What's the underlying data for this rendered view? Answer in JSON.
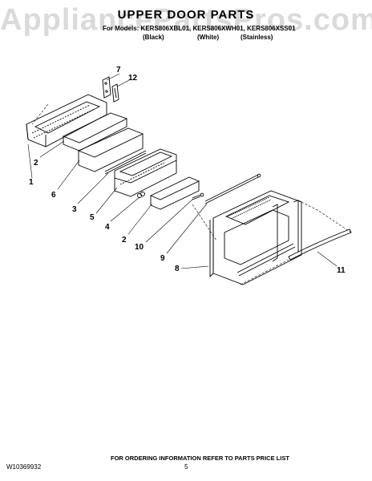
{
  "watermark": "AppliancePartsPros.com",
  "title": "UPPER DOOR PARTS",
  "models_line": "For Models: KERS806XBL01, KERS806XWH01, KERS806XSS01",
  "variants": [
    "(Black)",
    "(White)",
    "(Stainless)"
  ],
  "callouts": {
    "c7": "7",
    "c12": "12",
    "c1": "1",
    "c2a": "2",
    "c6": "6",
    "c3": "3",
    "c5": "5",
    "c4": "4",
    "c2b": "2",
    "c10": "10",
    "c9": "9",
    "c8": "8",
    "c11": "11"
  },
  "footer": {
    "doc_number": "W10369932",
    "page": "5",
    "ordering": "FOR ORDERING INFORMATION REFER TO PARTS PRICE LIST"
  }
}
